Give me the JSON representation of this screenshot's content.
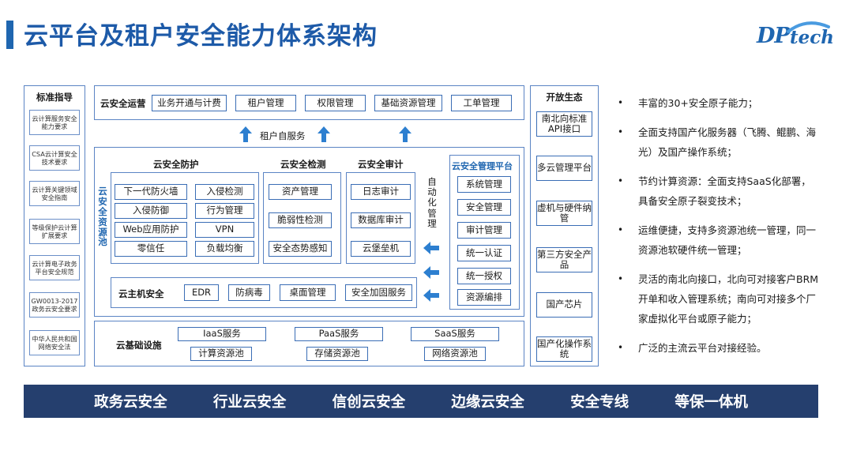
{
  "title": "云平台及租户安全能力体系架构",
  "logo": {
    "dp": "DP",
    "tech": "tech"
  },
  "standards": {
    "header": "标准指导",
    "items": [
      "云计算服务安全能力要求",
      "CSA云计算安全技术要求",
      "云计算关键领域安全指南",
      "等级保护云计算扩展要求",
      "云计算电子政务平台安全规范",
      "GW0013-2017政务云安全要求",
      "中华人民共和国网络安全法"
    ]
  },
  "ops": {
    "label": "云安全运营",
    "items": [
      "业务开通与计费",
      "租户管理",
      "权限管理",
      "基础资源管理",
      "工单管理"
    ]
  },
  "tenant_self_service": "租户自服务",
  "resource_pool_label": "云安全资源池",
  "protection": {
    "label": "云安全防护",
    "items": [
      "下一代防火墙",
      "入侵检测",
      "入侵防御",
      "行为管理",
      "Web应用防护",
      "VPN",
      "零信任",
      "负载均衡"
    ]
  },
  "detection": {
    "label": "云安全检测",
    "items": [
      "资产管理",
      "脆弱性检测",
      "安全态势感知"
    ]
  },
  "audit": {
    "label": "云安全审计",
    "items": [
      "日志审计",
      "数据库审计",
      "云堡垒机"
    ]
  },
  "automation_label": "自动化管理",
  "mgmt_platform": {
    "label": "云安全管理平台",
    "items": [
      "系统管理",
      "安全管理",
      "审计管理",
      "统一认证",
      "统一授权",
      "资源编排"
    ]
  },
  "host": {
    "label": "云主机安全",
    "items": [
      "EDR",
      "防病毒",
      "桌面管理",
      "安全加固服务"
    ]
  },
  "infra": {
    "label": "云基础设施",
    "services": [
      "IaaS服务",
      "PaaS服务",
      "SaaS服务"
    ],
    "pools": [
      "计算资源池",
      "存储资源池",
      "网络资源池"
    ]
  },
  "ecosystem": {
    "header": "开放生态",
    "items": [
      "南北向标准API接口",
      "多云管理平台",
      "虚机与硬件纳管",
      "第三方安全产品",
      "国产芯片",
      "国产化操作系统"
    ]
  },
  "bullets": [
    "丰富的30+安全原子能力；",
    "全面支持国产化服务器（飞腾、鲲鹏、海光）及国产操作系统；",
    "节约计算资源：全面支持SaaS化部署，具备安全原子裂变技术；",
    "运维便捷，支持多资源池统一管理，同一资源池软硬件统一管理；",
    "灵活的南北向接口，北向可对接客户BRM开单和收入管理系统；南向可对接多个厂家虚拟化平台或原子能力；",
    "广泛的主流云平台对接经验。"
  ],
  "bottom_bar": [
    "政务云安全",
    "行业云安全",
    "信创云安全",
    "边缘云安全",
    "安全专线",
    "等保一体机"
  ],
  "colors": {
    "title": "#1d5aa8",
    "border": "#3a6db5",
    "arrow": "#2d7fd0",
    "bottom_bar": "#253f6e"
  },
  "icons": {
    "up_arrow": "arrow-up-icon",
    "left_arrow": "arrow-left-icon"
  }
}
